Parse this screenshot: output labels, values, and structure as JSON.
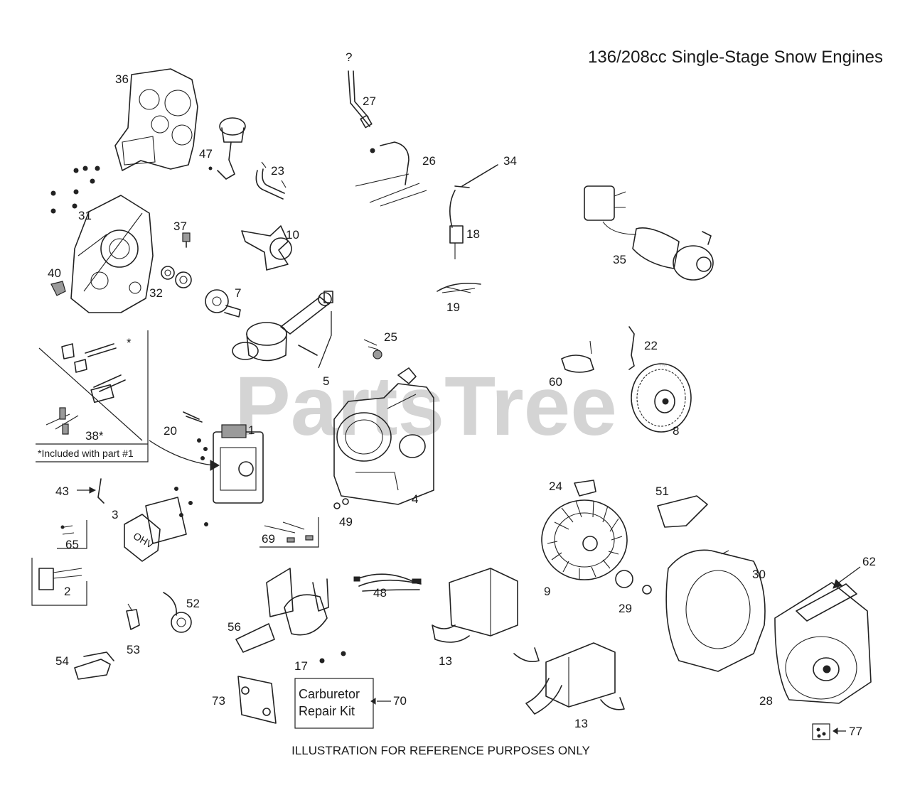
{
  "title": "136/208cc Single-Stage Snow Engines",
  "watermark": "PartsTree",
  "watermark_tm": "™",
  "footer": "ILLUSTRATION FOR REFERENCE PURPOSES ONLY",
  "included_note": "*Included with part #1",
  "unknown_marker": "?",
  "carb_kit": {
    "line1": "Carburetor",
    "line2": "Repair Kit"
  },
  "labels": {
    "p1": "1",
    "p2": "2",
    "p3": "3",
    "p4": "4",
    "p5": "5",
    "p7": "7",
    "p8": "8",
    "p9": "9",
    "p10": "10",
    "p13a": "13",
    "p13b": "13",
    "p17": "17",
    "p18": "18",
    "p19": "19",
    "p20": "20",
    "p22": "22",
    "p23": "23",
    "p24": "24",
    "p25": "25",
    "p26": "26",
    "p27": "27",
    "p28": "28",
    "p29": "29",
    "p30": "30",
    "p31": "31",
    "p32": "32",
    "p34": "34",
    "p35": "35",
    "p36": "36",
    "p37": "37",
    "p38": "38*",
    "p40": "40",
    "p43": "43",
    "p47": "47",
    "p48": "48",
    "p49": "49",
    "p51": "51",
    "p52": "52",
    "p53": "53",
    "p54": "54",
    "p56": "56",
    "p60": "60",
    "p62": "62",
    "p65": "65",
    "p69": "69",
    "p70": "70",
    "p73": "73",
    "p77": "77",
    "star": "*"
  },
  "colors": {
    "ink": "#1a1a1a",
    "watermark": "#d4d4d4",
    "background": "#ffffff"
  }
}
